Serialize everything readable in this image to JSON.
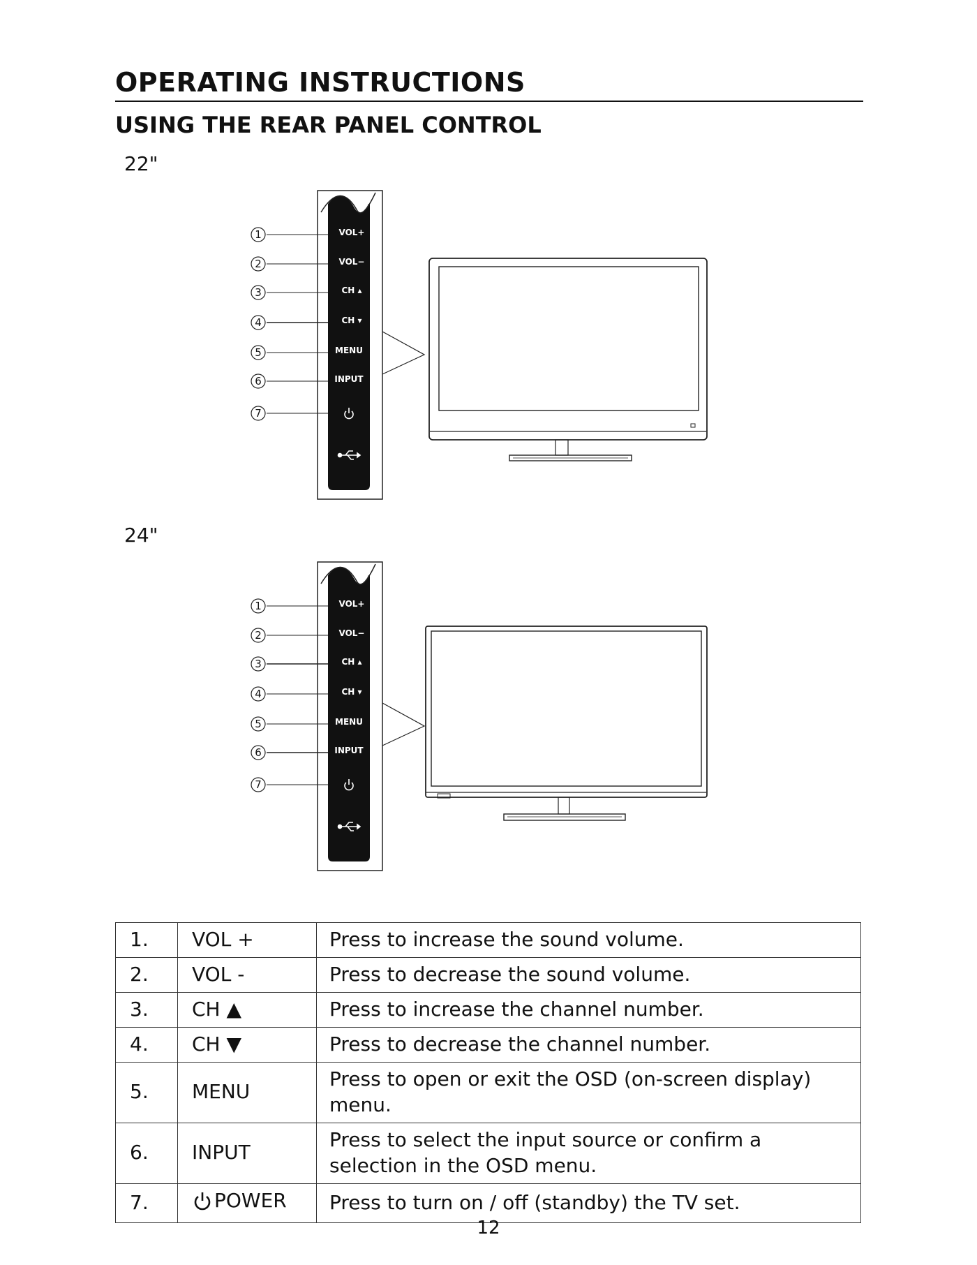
{
  "header": {
    "title": "OPERATING INSTRUCTIONS",
    "subtitle": "USING THE REAR PANEL CONTROL"
  },
  "figures": [
    {
      "size_label": "22\"",
      "callouts": [
        "1",
        "2",
        "3",
        "4",
        "5",
        "6",
        "7"
      ],
      "buttons": [
        "VOL+",
        "VOL−",
        "CH ▴",
        "CH ▾",
        "MENU",
        "INPUT"
      ]
    },
    {
      "size_label": "24\"",
      "callouts": [
        "1",
        "2",
        "3",
        "4",
        "5",
        "6",
        "7"
      ],
      "buttons": [
        "VOL+",
        "VOL−",
        "CH ▴",
        "CH ▾",
        "MENU",
        "INPUT"
      ]
    }
  ],
  "table": {
    "rows": [
      {
        "num": "1.",
        "control": "VOL +",
        "description": "Press to increase the sound volume."
      },
      {
        "num": "2.",
        "control": "VOL -",
        "description": "Press to decrease the sound volume."
      },
      {
        "num": "3.",
        "control": "CH ▲",
        "description": "Press to increase the channel number."
      },
      {
        "num": "4.",
        "control": "CH ▼",
        "description": "Press to decrease the channel number."
      },
      {
        "num": "5.",
        "control": "MENU",
        "description": "Press to open or exit the OSD (on-screen display) menu."
      },
      {
        "num": "6.",
        "control": "INPUT",
        "description": "Press to select the input source or confirm a selection in the OSD menu."
      },
      {
        "num": "7.",
        "control": "POWER",
        "description": "Press to turn on / off (standby) the TV set."
      }
    ]
  },
  "footer": {
    "page_number": "12"
  }
}
